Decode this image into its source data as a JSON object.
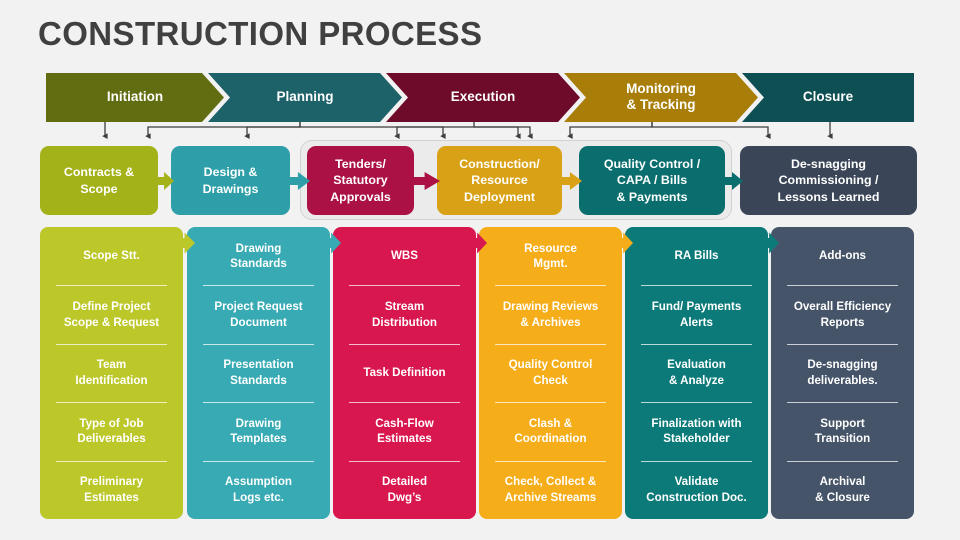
{
  "page_title": "CONSTRUCTION PROCESS",
  "colors": {
    "background": "#f2f2f2",
    "title": "#404040",
    "olive": "#626c11",
    "teal_dark": "#1d6169",
    "maroon": "#6f0b2a",
    "gold_dark": "#a87d08",
    "teal_deep": "#0d4f52",
    "olive_light": "#a4b21a",
    "teal_mid": "#2e9fa8",
    "crimson": "#c9134d",
    "amber": "#deaa16",
    "teal_box": "#0a6e6e",
    "slate": "#3a4657",
    "gray_panel": "#ebebeb",
    "gray_panel_border": "#d2d2d2",
    "col_olive": "#bcc72a",
    "col_teal": "#38aab4",
    "col_crimson": "#d9174f",
    "col_amber": "#f5ad19",
    "col_teal_deep": "#0d7a7a",
    "col_slate": "#455468"
  },
  "banner": {
    "segments": [
      {
        "label": "Initiation",
        "color": "#626c11"
      },
      {
        "label": "Planning",
        "color": "#1d6169"
      },
      {
        "label": "Execution",
        "color": "#6f0b2a"
      },
      {
        "label": "Monitoring\n& Tracking",
        "color": "#a87d08"
      },
      {
        "label": "Closure",
        "color": "#0d4f52"
      }
    ]
  },
  "stages": [
    {
      "label": "Contracts &\nScope",
      "color": "#a4b21a"
    },
    {
      "label": "Design &\nDrawings",
      "color": "#2e9fa8"
    },
    {
      "label": "Tenders/\nStatutory\nApprovals",
      "color": "#ab1144"
    },
    {
      "label": "Construction/\nResource\nDeployment",
      "color": "#d9a216"
    },
    {
      "label": "Quality Control /\nCAPA / Bills\n& Payments",
      "color": "#0a6e6e"
    },
    {
      "label": "De-snagging\nCommissioning /\nLessons Learned",
      "color": "#3a4657"
    }
  ],
  "columns": [
    {
      "name": "initiation-column",
      "color": "#bcc72a",
      "items": [
        "Scope Stt.",
        "Define Project\nScope & Request",
        "Team\nIdentification",
        "Type of Job\nDeliverables",
        "Preliminary\nEstimates"
      ]
    },
    {
      "name": "design-column",
      "color": "#38aab4",
      "items": [
        "Drawing\nStandards",
        "Project Request\nDocument",
        "Presentation\nStandards",
        "Drawing\nTemplates",
        "Assumption\nLogs etc."
      ]
    },
    {
      "name": "tenders-column",
      "color": "#d9174f",
      "items": [
        "WBS",
        "Stream\nDistribution",
        "Task Definition",
        "Cash-Flow\nEstimates",
        "Detailed\nDwg’s"
      ]
    },
    {
      "name": "construction-column",
      "color": "#f5ad19",
      "items": [
        "Resource\nMgmt.",
        "Drawing Reviews\n& Archives",
        "Quality Control\nCheck",
        "Clash &\nCoordination",
        "Check, Collect &\nArchive Streams"
      ]
    },
    {
      "name": "quality-column",
      "color": "#0d7a7a",
      "items": [
        "RA Bills",
        "Fund/ Payments\nAlerts",
        "Evaluation\n& Analyze",
        "Finalization with\nStakeholder",
        "Validate\nConstruction Doc."
      ]
    },
    {
      "name": "closure-column",
      "color": "#455468",
      "items": [
        "Add-ons",
        "Overall Efficiency\nReports",
        "De-snagging\ndeliverables.",
        "Support\nTransition",
        "Archival\n& Closure"
      ]
    }
  ]
}
